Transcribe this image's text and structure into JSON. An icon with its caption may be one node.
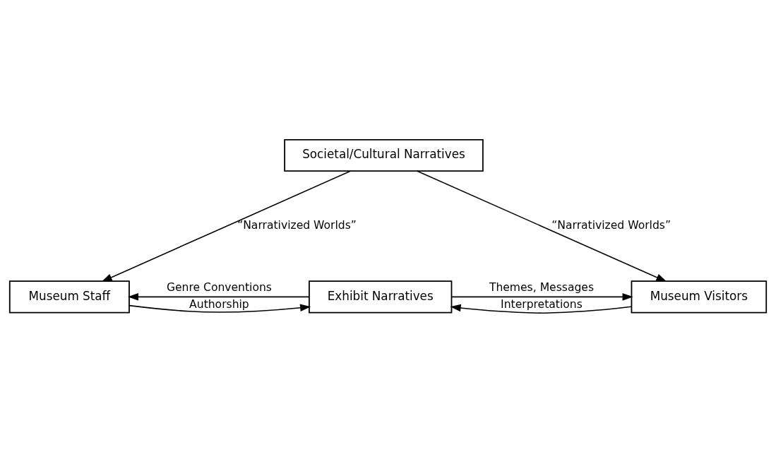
{
  "diagram": {
    "nodes": [
      {
        "text": [
          "Societal/Cultural Narratives"
        ]
      },
      {
        "text": [
          "Museum Staff"
        ]
      },
      {
        "text": [
          "Exhibit Narratives"
        ]
      },
      {
        "text": [
          "Museum Visitors"
        ]
      }
    ],
    "edges": [
      {
        "from": 0,
        "to": 1,
        "arrow": "to",
        "label": "“Narrativized Worlds”"
      },
      {
        "from": 0,
        "to": 3,
        "arrow": "to",
        "label": "“Narrativized Worlds”"
      },
      {
        "from": 1,
        "to": 2,
        "arrow": "to",
        "label": "Authorship"
      },
      {
        "from": 2,
        "to": 1,
        "arrow": "to",
        "label": "Genre Conventions"
      },
      {
        "from": 3,
        "to": 2,
        "arrow": "to",
        "label": "Interpretations"
      },
      {
        "from": 2,
        "to": 3,
        "arrow": "to",
        "label": "Themes, Messages"
      }
    ]
  }
}
